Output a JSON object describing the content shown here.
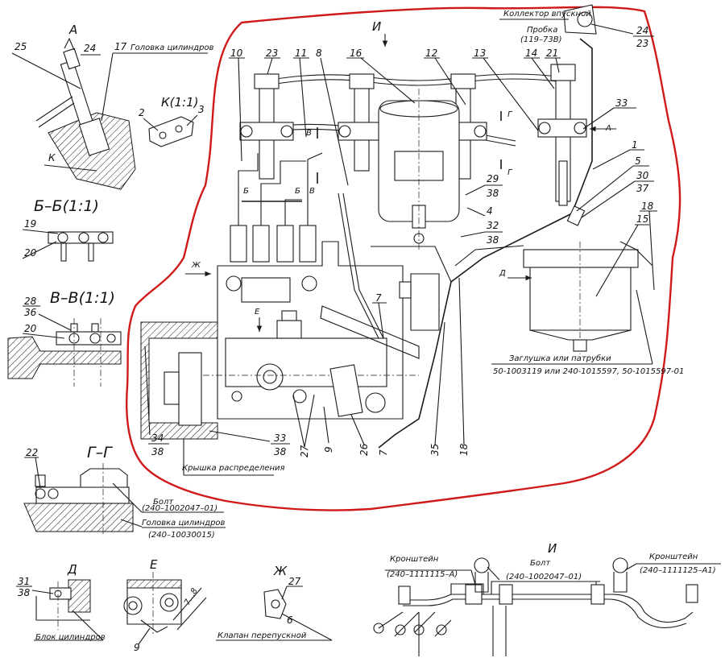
{
  "sections": {
    "A": "А",
    "K": "К(1:1)",
    "BB": "Б–Б(1:1)",
    "VV": "В–В(1:1)",
    "GG": "Г–Г",
    "D": "Д",
    "E": "Е",
    "Zh": "Ж",
    "I_top": "И",
    "I_bottom": "И",
    "K_mark": "К"
  },
  "labels": {
    "cylinder_head": "Головка цилиндров",
    "intake_manifold": "Коллектор впускной",
    "plug": "Пробка",
    "plug_code": "(119–73В)",
    "plug_or_pipe": "Заглушка или патрубки",
    "plug_or_pipe_codes": "50-1003119  или 240-1015597, 50-1015597-01",
    "distribution_cover": "Крышка распределения",
    "bolt1": "Болт",
    "bolt1_code": "(240–1002047–01)",
    "cyl_head2": "Головка цилиндров",
    "cyl_head2_code": "(240–10030015)",
    "cyl_block": "Блок цилиндров",
    "bypass_valve": "Клапан перепускной",
    "bracket1": "Кронштейн",
    "bracket1_code": "(240–1111115–А)",
    "bolt2": "Болт",
    "bolt2_code": "(240–1002047–01)",
    "bracket2": "Кронштейн",
    "bracket2_code": "(240–1111125–А1)",
    "dim_7_8": "7...8",
    "sec_marks": {
      "B": "Б",
      "V": "В",
      "G": "Г",
      "A": "А",
      "D": "Д",
      "E": "Е",
      "Zh": "Ж"
    }
  },
  "numbers": {
    "n25": "25",
    "n24a": "24",
    "n17": "17",
    "n2": "2",
    "n3": "3",
    "n19": "19",
    "n20a": "20",
    "n28": "28",
    "n36": "36",
    "n20b": "20",
    "n22": "22",
    "n31": "31",
    "n38d": "38",
    "n9e": "9",
    "n27zh": "27",
    "n6": "6",
    "n10": "10",
    "n23a": "23",
    "n11": "11",
    "n8": "8",
    "n16": "16",
    "n12": "12",
    "n13": "13",
    "n14": "14",
    "n21": "21",
    "n24b": "24",
    "n23b": "23",
    "n33a": "33",
    "n1": "1",
    "n5": "5",
    "n30": "30",
    "n37": "37",
    "n18a": "18",
    "n15": "15",
    "n29": "29",
    "n38a": "38",
    "n4": "4",
    "n32": "32",
    "n38b": "38",
    "n7": "7",
    "n34": "34",
    "n38c": "38",
    "n33b": "33",
    "n38e": "38",
    "n27": "27",
    "n9": "9",
    "n26": "26",
    "n35": "35",
    "n18b": "18"
  }
}
